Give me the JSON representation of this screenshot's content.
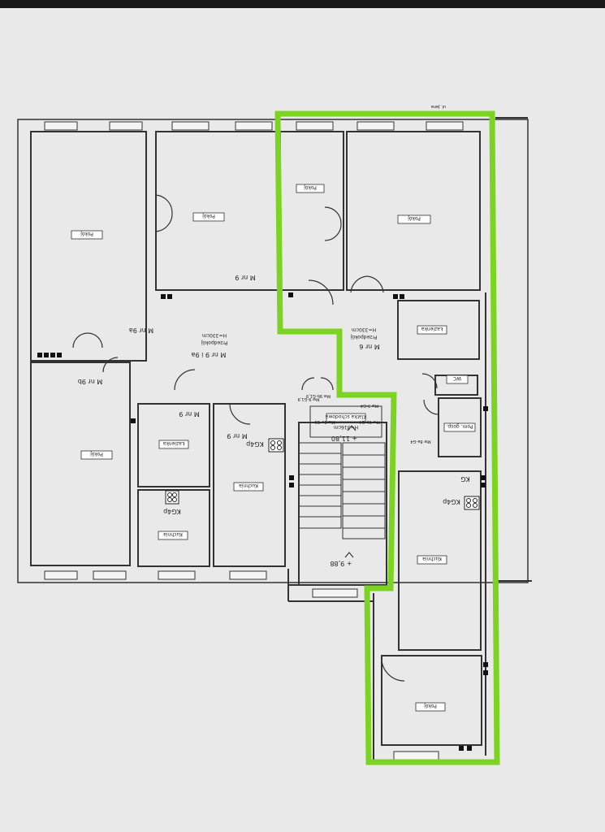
{
  "colors": {
    "paper": "#e9e9e9",
    "wall": "#333333",
    "highlight": "#7dd321",
    "label_box_fill": "#ffffff"
  },
  "labels": {
    "pokoj": "Pokój",
    "lazienka": "Łazienka",
    "kuchnia": "Kuchnia",
    "przedpokoj": "Przedpokój",
    "wc": "WC",
    "pom_gosp": "Pom. gosp.",
    "kg4p": "KG4p",
    "kg": "KG",
    "m_nr_6": "M nr 6",
    "m_nr_9a": "M nr 9a",
    "m_nr_9_9a": "M nr 9 i 9a",
    "m_nr_9": "M nr 9",
    "m_nr_9b": "M nr 9b",
    "h330": "H=330cm",
    "h330b": "H=330cm",
    "klatka": "Klatka schodowa",
    "h316": "H=316cm",
    "level_top": "+ 11,80",
    "level_bottom": "+ 9,88",
    "mw1": "Mw 9-G4",
    "mw2": "Mw 9-G1,9",
    "mw3": "Mw 9a-G1",
    "mw4": "Mw 9b-G1,9",
    "mw5": "Mw 6b-G4",
    "mw6": "Mw 8a-G4",
    "header_note": "ul. Jana"
  }
}
